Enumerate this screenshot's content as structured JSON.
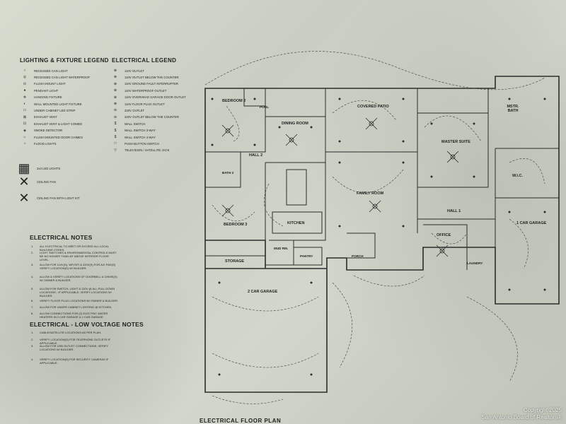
{
  "lighting_legend": {
    "title": "LIGHTING & FIXTURE LEGEND",
    "items": [
      {
        "icon": "recessed-can-icon",
        "label": "RECESSED CAN LIGHT"
      },
      {
        "icon": "recessed-can-wp-icon",
        "label": "RECESSED CAN LIGHT WATERPROOF"
      },
      {
        "icon": "flush-mount-icon",
        "label": "FLUSH MOUNT LIGHT"
      },
      {
        "icon": "pendant-icon",
        "label": "PENDANT LIGHT"
      },
      {
        "icon": "hanging-fixture-icon",
        "label": "HANGING FIXTURE"
      },
      {
        "icon": "wall-light-icon",
        "label": "WALL MOUNTED LIGHT FIXTURE"
      },
      {
        "icon": "led-strip-icon",
        "label": "UNDER CABINET LED STRIP"
      },
      {
        "icon": "exhaust-vent-icon",
        "label": "EXHAUST VENT"
      },
      {
        "icon": "vent-light-icon",
        "label": "EXHAUST VENT & LIGHT COMBO"
      },
      {
        "icon": "smoke-detector-icon",
        "label": "SMOKE DETECTOR"
      },
      {
        "icon": "door-chime-icon",
        "label": "FLUSH MOUNTED DOOR CHIMES"
      },
      {
        "icon": "flood-light-icon",
        "label": "FLOOD LIGHTS"
      }
    ],
    "big_items": [
      {
        "icon": "2x4-light-icon",
        "label": "2x4 LED LIGHTS"
      },
      {
        "icon": "ceiling-fan-icon",
        "label": "CEILING FAN"
      },
      {
        "icon": "ceiling-fan-light-icon",
        "label": "CEILING FAN WITH LIGHT KIT"
      }
    ]
  },
  "electrical_legend": {
    "title": "ELECTRICAL LEGEND",
    "items": [
      {
        "sym": "⊕",
        "label": "110V OUTLET"
      },
      {
        "sym": "⊕",
        "label": "110V OUTLET BELOW THE COUNTER"
      },
      {
        "sym": "⊕",
        "label": "110V GROUND FAULT INTERRUPTER"
      },
      {
        "sym": "⊕",
        "label": "110V WATERPROOF OUTLET"
      },
      {
        "sym": "⊕",
        "label": "110V OVERHEAD GARAGE DOOR OUTLET"
      },
      {
        "sym": "⊗",
        "label": "110V FLOOR PLUG OUTLET"
      },
      {
        "sym": "⊖",
        "label": "220V OUTLET"
      },
      {
        "sym": "⊖",
        "label": "220V OUTLET BELOW THE COUNTER"
      },
      {
        "sym": "$",
        "label": "WALL SWITCH"
      },
      {
        "sym": "$",
        "label": "WALL SWITCH 3-WAY"
      },
      {
        "sym": "$",
        "label": "WALL SWITCH 4-WAY"
      },
      {
        "sym": "□",
        "label": "PUSH BUTTON SWITCH"
      },
      {
        "sym": "▽",
        "label": "TELEVISION / SATELLITE JACK"
      }
    ]
  },
  "electrical_notes": {
    "title": "ELECTRICAL NOTES",
    "items": [
      "ALL ELECTRICAL TO MEET OR EXCEED ALL LOCAL BUILDING CODES.",
      "LIGHT SWITCHES & ENVIRONMENTAL CONTROLS MUST BE NO HIGHER THAN 48\" ABOVE INTERIOR FLOOR LEVEL.",
      "ALLOW FOR 110V(S), WP,/GFI & 220V(S) FOR A/C PAD(S) VERIFY LOCATION(S) W/ BUILDER.",
      "ALLOW & VERIFY LOCATIONS OF DOORBELL & CHIME(S) W/ OWNER & BUILDER.",
      "ALLOW FOR SWITCH, LIGHT & 110V @ ALL PULL DOWN LOCATIONS - IF APPLICABLE. VERIFY LOCATIONS W/ BUILDER.",
      "VERIFY FLOOR PLUG LOCATIONS W/ OWNER & BUILDER.",
      "ALLOW FOR UNDER CABINET LIGHTING @ KITCHEN.",
      "ALLOW CONNECTIONS FOR (2) ELECTRIC WATER HEATERS IN 2 CAR GARAGE & 1 CAR GARAGE."
    ]
  },
  "low_voltage_notes": {
    "title": "ELECTRICAL - LOW VOLTAGE NOTES",
    "items": [
      "CABLE/SATELLITE LOCATIONS AS PER PLAN.",
      "VERIFY LOCATION(S) FOR TELEPHONE OUTLETS IF APPLICABLE.",
      "ALLOW FOR USB OUTLET CONNECTIONS. VERIFY LOCATIONS W/ BUILDER.",
      "VERIFY LOCATION(S) FOR SECURITY CAMERAS IF APPLICABLE."
    ]
  },
  "rooms": {
    "bedroom2": "BEDROOM 2",
    "pool": "POOL",
    "covered_patio": "COVERED PATIO",
    "mstr_bath": "MSTR. BATH",
    "dining_room": "DINING ROOM",
    "master_suite": "MASTER SUITE",
    "hall2": "HALL 2",
    "bath2": "BATH 2",
    "wic": "W.I.C.",
    "family_room": "FAMILY ROOM",
    "hall1": "HALL 1",
    "bedroom3": "BEDROOM 3",
    "kitchen": "KITCHEN",
    "one_car_garage": "1 CAR GARAGE",
    "office": "OFFICE",
    "mud_rm": "MUD RM.",
    "pantry": "PANTRY",
    "porch": "PORCH",
    "storage": "STORAGE",
    "laundry": "LAUNDRY",
    "two_car_garage": "2 CAR GARAGE"
  },
  "sheet_title": "ELECTRICAL FLOOR PLAN",
  "copyright": {
    "line1": "Copyright 2025",
    "line2": "San Antonio Board of Realtors®"
  }
}
